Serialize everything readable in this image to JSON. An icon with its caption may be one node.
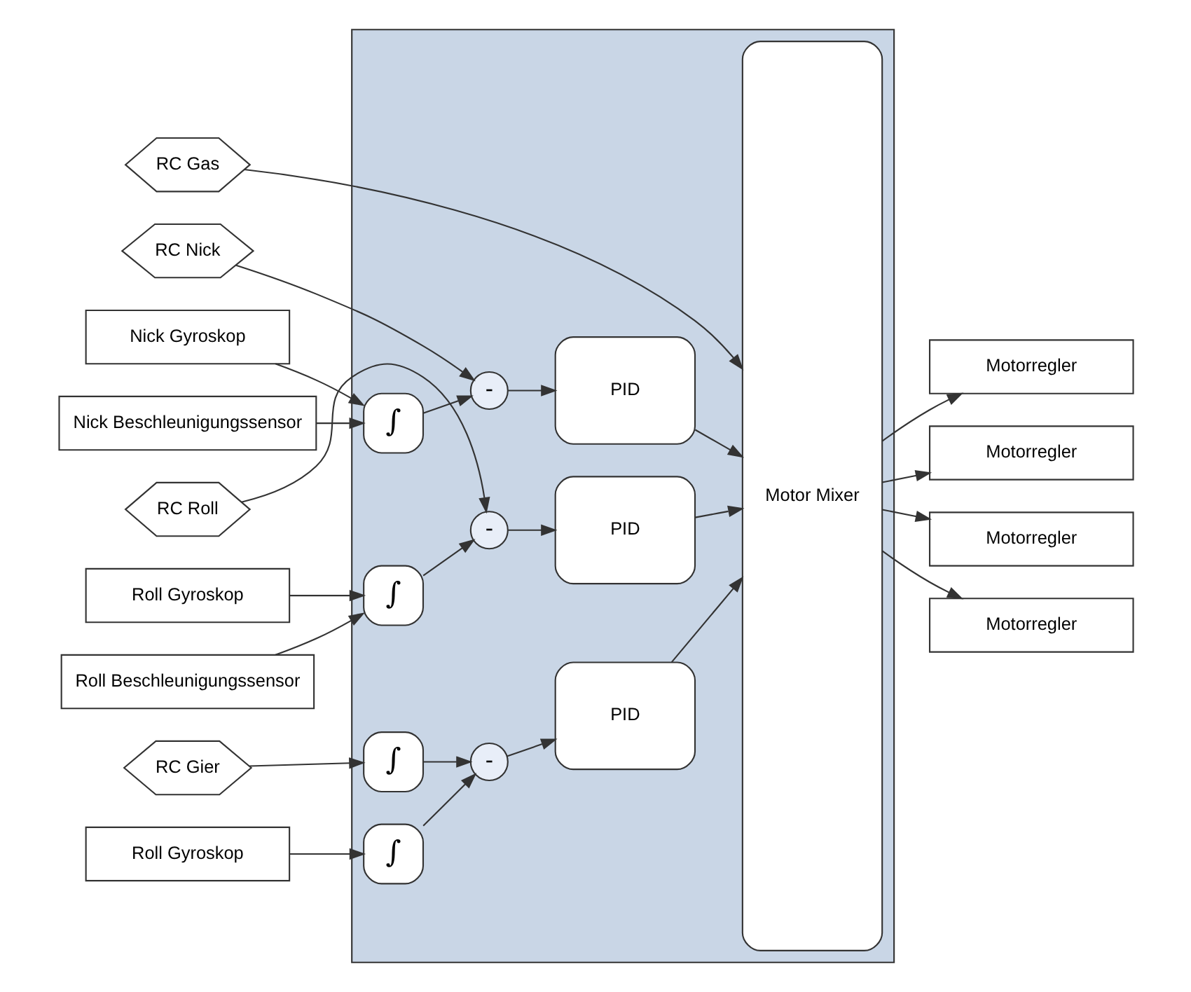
{
  "diagram": {
    "nodes": [
      {
        "text": [],
        "shape": "box"
      },
      {
        "text": [
          "RC Gas"
        ]
      },
      {
        "text": [
          "RC Nick"
        ]
      },
      {
        "text": [
          "Nick Gyroskop"
        ]
      },
      {
        "text": [
          "Nick Beschleunigungssensor"
        ]
      },
      {
        "text": [
          "∫"
        ],
        "in": 0
      },
      {
        "text": [
          "-"
        ],
        "in": 0
      },
      {
        "text": [
          "PID"
        ],
        "in": 0
      },
      {
        "text": [
          "Motor Mixer"
        ],
        "in": 0
      },
      {
        "text": [
          "RC Roll"
        ]
      },
      {
        "text": [
          "Roll Gyroskop"
        ]
      },
      {
        "text": [
          "Roll Beschleunigungssensor"
        ]
      },
      {
        "text": [
          "∫"
        ],
        "in": 0
      },
      {
        "text": [
          "-"
        ],
        "in": 0
      },
      {
        "text": [
          "PID"
        ],
        "in": 0
      },
      {
        "text": [
          "RC Gier"
        ]
      },
      {
        "text": [
          "Roll Gyroskop"
        ]
      },
      {
        "text": [
          "∫"
        ],
        "in": 0
      },
      {
        "text": [
          "∫"
        ],
        "in": 0
      },
      {
        "text": [
          "-"
        ],
        "in": 0
      },
      {
        "text": [
          "PID"
        ],
        "in": 0
      },
      {
        "text": [
          "Motorregler"
        ]
      },
      {
        "text": [
          "Motorregler"
        ]
      },
      {
        "text": [
          "Motorregler"
        ]
      },
      {
        "text": [
          "Motorregler"
        ]
      }
    ],
    "edges": [
      {
        "from": 1,
        "to": 8,
        "arrow": "to"
      },
      {
        "from": 2,
        "to": 6,
        "arrow": "to"
      },
      {
        "from": 3,
        "to": 5,
        "arrow": "to"
      },
      {
        "from": 4,
        "to": 5,
        "arrow": "to"
      },
      {
        "from": 5,
        "to": 6,
        "arrow": "to"
      },
      {
        "from": 6,
        "to": 7,
        "arrow": "to"
      },
      {
        "from": 7,
        "to": 8,
        "arrow": "to"
      },
      {
        "from": 9,
        "to": 13,
        "arrow": "to"
      },
      {
        "from": 10,
        "to": 12,
        "arrow": "to"
      },
      {
        "from": 11,
        "to": 12,
        "arrow": "to"
      },
      {
        "from": 12,
        "to": 13,
        "arrow": "to"
      },
      {
        "from": 13,
        "to": 14,
        "arrow": "to"
      },
      {
        "from": 14,
        "to": 8,
        "arrow": "to"
      },
      {
        "from": 15,
        "to": 17,
        "arrow": "to"
      },
      {
        "from": 16,
        "to": 18,
        "arrow": "to"
      },
      {
        "from": 17,
        "to": 19,
        "arrow": "to"
      },
      {
        "from": 18,
        "to": 19,
        "arrow": "to"
      },
      {
        "from": 19,
        "to": 20,
        "arrow": "to"
      },
      {
        "from": 20,
        "to": 8,
        "arrow": "to"
      },
      {
        "from": 8,
        "to": 21,
        "arrow": "to"
      },
      {
        "from": 8,
        "to": 22,
        "arrow": "to"
      },
      {
        "from": 8,
        "to": 23,
        "arrow": "to"
      },
      {
        "from": 8,
        "to": 24,
        "arrow": "to"
      }
    ]
  }
}
